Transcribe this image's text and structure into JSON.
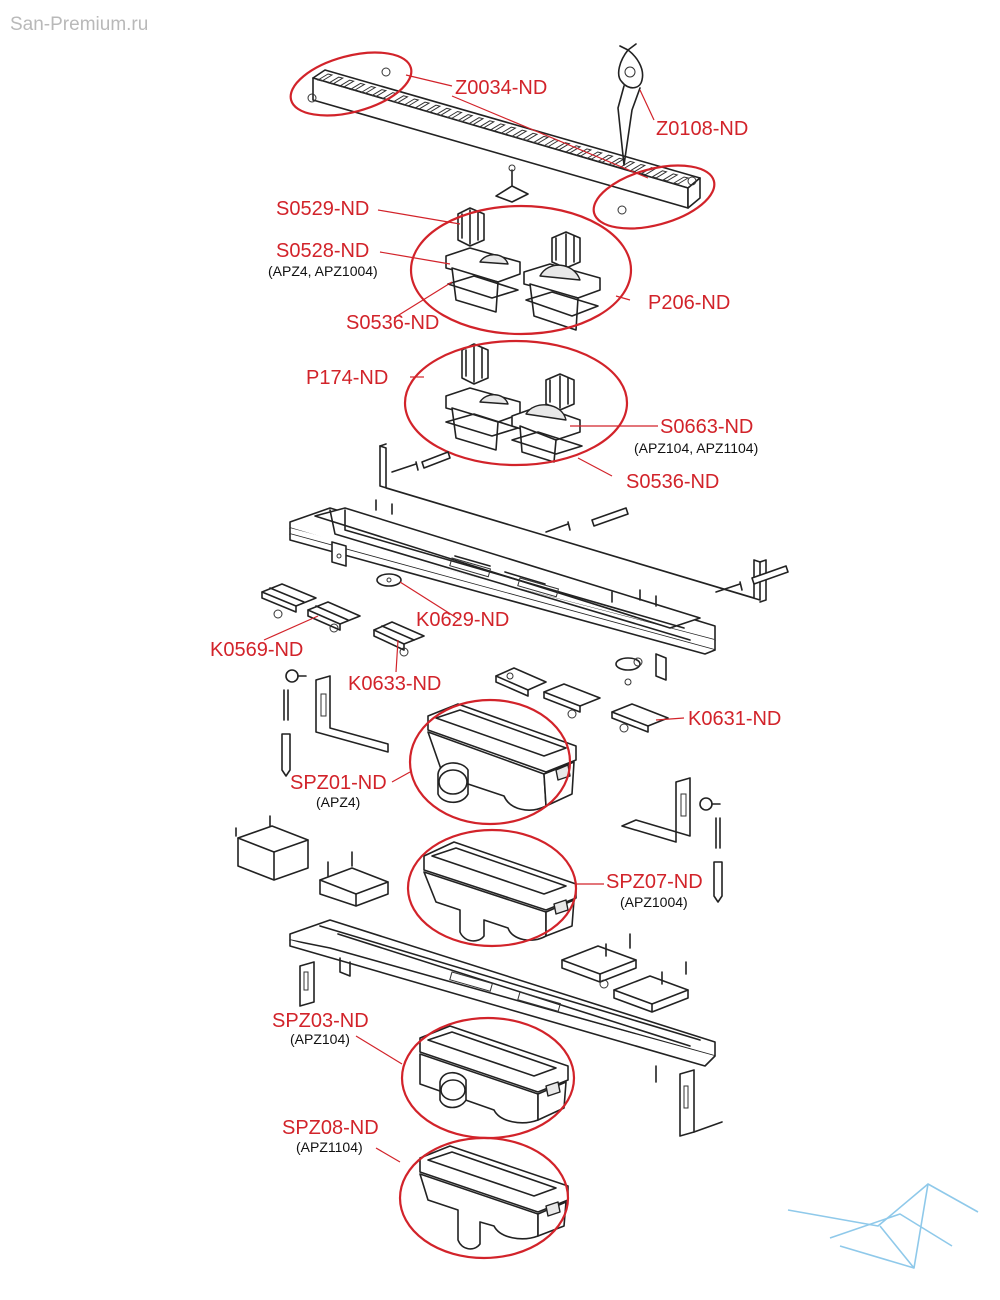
{
  "watermark": {
    "text": "San-Premium.ru"
  },
  "parts": {
    "z0034": "Z0034-ND",
    "z0108": "Z0108-ND",
    "s0529": "S0529-ND",
    "s0528": "S0528-ND",
    "s0528_note": "(APZ4, APZ1004)",
    "s0536_top": "S0536-ND",
    "p206": "P206-ND",
    "p174": "P174-ND",
    "s0663": "S0663-ND",
    "s0663_note": "(APZ104, APZ1104)",
    "s0536_mid": "S0536-ND",
    "k0629": "K0629-ND",
    "k0569": "K0569-ND",
    "k0633": "K0633-ND",
    "k0631": "K0631-ND",
    "spz01": "SPZ01-ND",
    "spz01_note": "(APZ4)",
    "spz07": "SPZ07-ND",
    "spz07_note": "(APZ1004)",
    "spz03": "SPZ03-ND",
    "spz03_note": "(APZ104)",
    "spz08": "SPZ08-ND",
    "spz08_note": "(APZ1104)"
  },
  "colors": {
    "label": "#d2232a",
    "ink": "#222222",
    "watermark": "#b9b9b9",
    "logo": "#8fc9ea"
  },
  "icons": {
    "logo": "boat-wave-logo"
  }
}
